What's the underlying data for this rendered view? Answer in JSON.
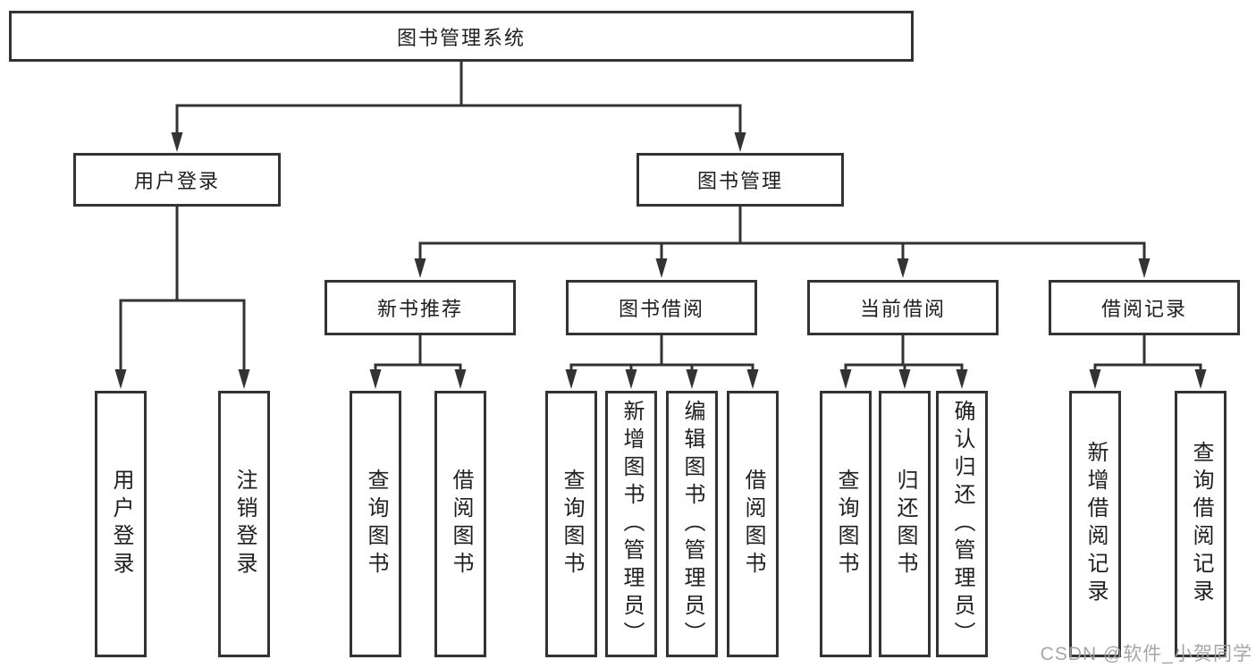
{
  "diagram": {
    "root": {
      "label": "图书管理系统"
    },
    "branches": {
      "user_login": {
        "label": "用户登录",
        "children": [
          "用户登录",
          "注销登录"
        ]
      },
      "book_management": {
        "label": "图书管理",
        "sections": {
          "new_books": {
            "label": "新书推荐",
            "children": [
              "查询图书",
              "借阅图书"
            ]
          },
          "borrowing": {
            "label": "图书借阅",
            "children": [
              "查询图书",
              "新增图书（管理员）",
              "编辑图书（管理员）",
              "借阅图书"
            ]
          },
          "current": {
            "label": "当前借阅",
            "children": [
              "查询图书",
              "归还图书",
              "确认归还（管理员）"
            ]
          },
          "records": {
            "label": "借阅记录",
            "children": [
              "新增借阅记录",
              "查询借阅记录"
            ]
          }
        }
      }
    }
  },
  "watermark": {
    "text": "CSDN @软件_小贺同学",
    "color": "#a19d9d"
  },
  "colors": {
    "line": "#333333",
    "box_border": "#333333",
    "text": "#1f1f1f",
    "background": "#ffffff"
  }
}
